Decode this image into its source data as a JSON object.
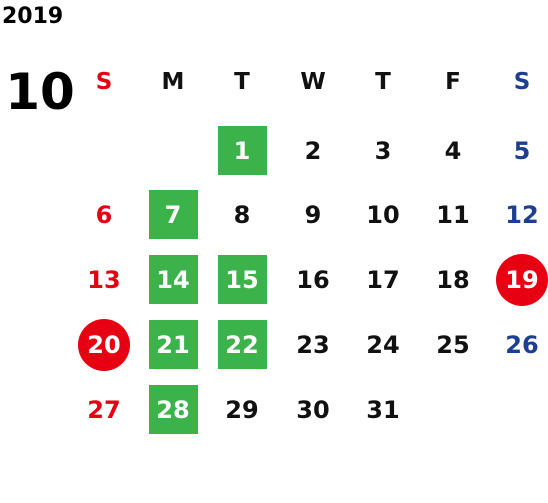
{
  "year": "2019",
  "month": "10",
  "weekdays": [
    "S",
    "M",
    "T",
    "W",
    "T",
    "F",
    "S"
  ],
  "colors": {
    "sunday": "#e60012",
    "saturday": "#1d3f91",
    "green_highlight": "#3cb34a",
    "red_highlight": "#e60012"
  },
  "days": [
    {
      "d": "1",
      "wd": 2,
      "row": 0,
      "hl": "green"
    },
    {
      "d": "2",
      "wd": 3,
      "row": 0
    },
    {
      "d": "3",
      "wd": 4,
      "row": 0
    },
    {
      "d": "4",
      "wd": 5,
      "row": 0
    },
    {
      "d": "5",
      "wd": 6,
      "row": 0
    },
    {
      "d": "6",
      "wd": 0,
      "row": 1
    },
    {
      "d": "7",
      "wd": 1,
      "row": 1,
      "hl": "green"
    },
    {
      "d": "8",
      "wd": 2,
      "row": 1
    },
    {
      "d": "9",
      "wd": 3,
      "row": 1
    },
    {
      "d": "10",
      "wd": 4,
      "row": 1
    },
    {
      "d": "11",
      "wd": 5,
      "row": 1
    },
    {
      "d": "12",
      "wd": 6,
      "row": 1
    },
    {
      "d": "13",
      "wd": 0,
      "row": 2
    },
    {
      "d": "14",
      "wd": 1,
      "row": 2,
      "hl": "green"
    },
    {
      "d": "15",
      "wd": 2,
      "row": 2,
      "hl": "green"
    },
    {
      "d": "16",
      "wd": 3,
      "row": 2
    },
    {
      "d": "17",
      "wd": 4,
      "row": 2
    },
    {
      "d": "18",
      "wd": 5,
      "row": 2
    },
    {
      "d": "19",
      "wd": 6,
      "row": 2,
      "hl": "red"
    },
    {
      "d": "20",
      "wd": 0,
      "row": 3,
      "hl": "red"
    },
    {
      "d": "21",
      "wd": 1,
      "row": 3,
      "hl": "green"
    },
    {
      "d": "22",
      "wd": 2,
      "row": 3,
      "hl": "green"
    },
    {
      "d": "23",
      "wd": 3,
      "row": 3
    },
    {
      "d": "24",
      "wd": 4,
      "row": 3
    },
    {
      "d": "25",
      "wd": 5,
      "row": 3
    },
    {
      "d": "26",
      "wd": 6,
      "row": 3
    },
    {
      "d": "27",
      "wd": 0,
      "row": 4
    },
    {
      "d": "28",
      "wd": 1,
      "row": 4,
      "hl": "green"
    },
    {
      "d": "29",
      "wd": 2,
      "row": 4
    },
    {
      "d": "30",
      "wd": 3,
      "row": 4
    },
    {
      "d": "31",
      "wd": 4,
      "row": 4
    }
  ]
}
